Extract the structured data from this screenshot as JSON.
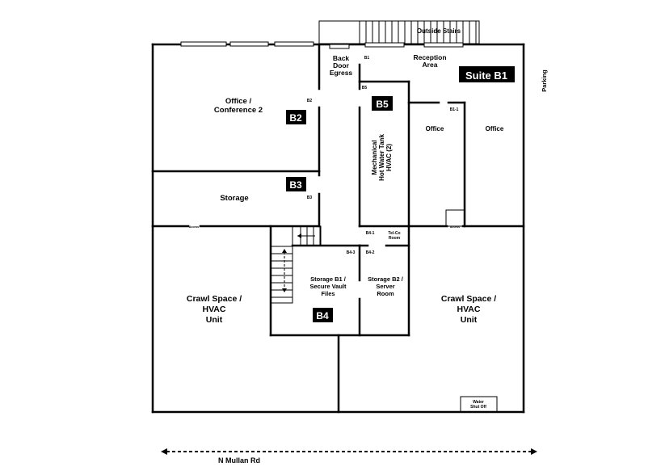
{
  "labels": {
    "outside_stairs": "Outside Stairs",
    "back_door": [
      "Back",
      "Door",
      "Egress"
    ],
    "reception": [
      "Reception",
      "Area"
    ],
    "suite": "Suite B1",
    "parking": "Parking",
    "office_conf": [
      "Office /",
      "Conference 2"
    ],
    "storage": "Storage",
    "mechanical": [
      "Mechanical",
      "Hot Water Tank",
      "HVAC (2)"
    ],
    "office_left": "Office",
    "office_right": "Office",
    "telco": [
      "Tel-Co",
      "Room"
    ],
    "storage_b1": [
      "Storage B1 /",
      "Secure Vault",
      "Files"
    ],
    "storage_b2": [
      "Storage B2 /",
      "Server",
      "Room"
    ],
    "crawl_left": [
      "Crawl Space /",
      "HVAC",
      "Unit"
    ],
    "crawl_right": [
      "Crawl Space /",
      "HVAC",
      "Unit"
    ],
    "water": [
      "Water",
      "Shut Off"
    ],
    "access": "Access",
    "road": "N Mullan Rd"
  },
  "badges": {
    "b2": "B2",
    "b3": "B3",
    "b4": "B4",
    "b5": "B5"
  },
  "door_tags": {
    "b1": "B1",
    "b2": "B2",
    "b3": "B3",
    "b5": "B5",
    "b1_1": "B1-1",
    "b4_1": "B4-1",
    "b4_2": "B4-2",
    "b4_3": "B4-3"
  }
}
